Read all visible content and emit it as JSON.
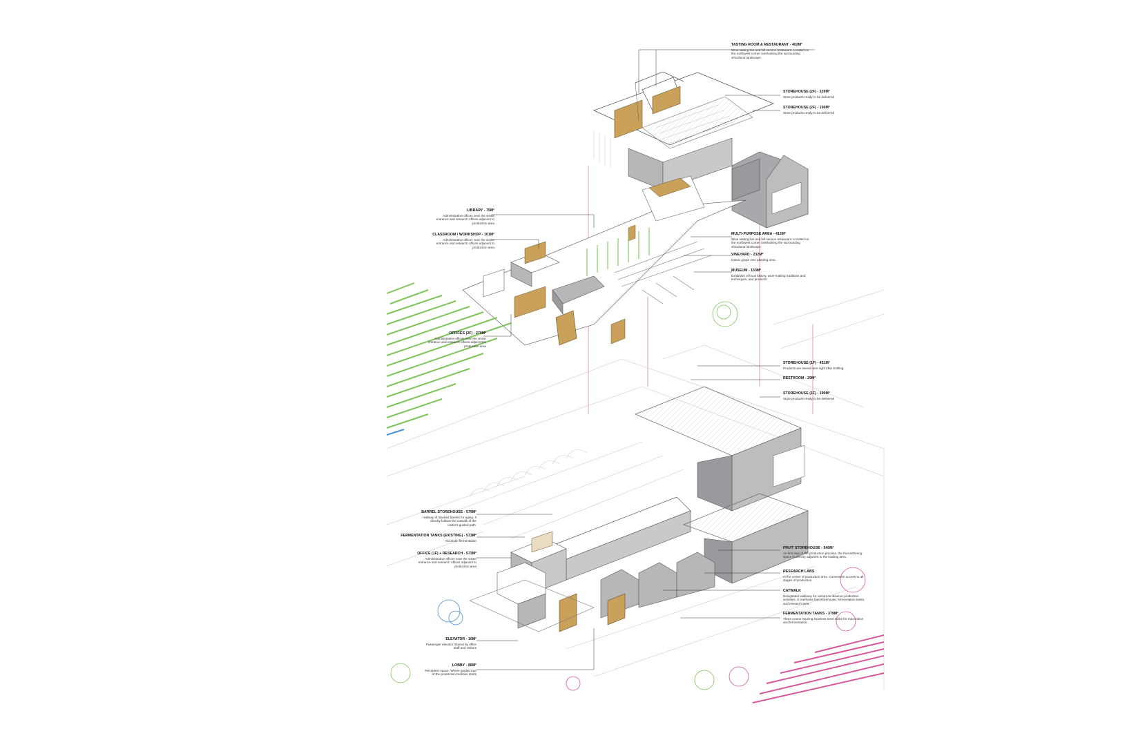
{
  "colors": {
    "wood": "#c9a15b",
    "mass": "#b7b7b9",
    "mass_dark": "#8e8e92",
    "line": "#555555",
    "leader": "#222222",
    "axis": "#e08a8a",
    "green": "#7dc45a",
    "magenta": "#d9559b",
    "blue": "#4a90d9"
  },
  "labels": {
    "tasting": {
      "title": "TASTING ROOM & RESTAURANT - 402m²",
      "desc": "Wine tasting bar and full service restaurant. Located on the northwest corner overlooking the surrounding viticultural landscape."
    },
    "storehouse_2f_a": {
      "title": "STOREHOUSE (2F) - 329m²",
      "desc": "Store products ready to be delivered"
    },
    "storehouse_2f_b": {
      "title": "STOREHOUSE (2F) - 190m²",
      "desc": "Store products ready to be delivered"
    },
    "library": {
      "title": "LIBRARY - 75m²",
      "desc": "Administrative offices near the visitor entrance and research offices adjacent to production area"
    },
    "classroom": {
      "title": "CLASSROOM / WORKSHOP - 101m²",
      "desc": "Administrative offices near the visitor entrance and research offices adjacent to production area"
    },
    "multipurpose": {
      "title": "MULTI-PURPOSE AREA - 412m²",
      "desc": "Wine tasting bar and full service restaurant. Located on the northwest corner overlooking the surrounding viticultural landscape."
    },
    "vineyard": {
      "title": "VINEYARD - 232m²",
      "desc": "Indoor grape vine planting area."
    },
    "museum": {
      "title": "MUSEUM - 153m²",
      "desc": "Exhibition of local history, wine-making traditions and techniques, and products."
    },
    "offices_2f": {
      "title": "OFFICES (2F) - 279m²",
      "desc": "Administrative offices near the visitor entrance and research offices adjacent to production area"
    },
    "storehouse_1f_a": {
      "title": "STOREHOUSE (1F) - 451m²",
      "desc": "Products are stored here right after bottling"
    },
    "restroom": {
      "title": "RESTROOM - 29m²",
      "desc": ""
    },
    "storehouse_1f_b": {
      "title": "STOREHOUSE (1F) - 190m²",
      "desc": "Store products ready to be delivered"
    },
    "barrel": {
      "title": "BARREL STOREHOUSE - 579m²",
      "desc": "Hallway of stacked barrels for aging. It directly follows the catwalk of the visitor's guided path."
    },
    "ferm_existing": {
      "title": "FERMENTATION TANKS (EXISTING) - 573m²",
      "desc": "Alcoholic fermentation"
    },
    "office_research": {
      "title": "OFFICE (1F) + RESEARCH - 573m²",
      "desc": "Administrative offices near the visitor entrance and research offices adjacent to production area"
    },
    "fruit": {
      "title": "FRUIT STOREHOUSE - 540m²",
      "desc": "As first step of the production process, the fruit withering space is directly adjacent to the loading area."
    },
    "labs": {
      "title": "RESEARCH LABS",
      "desc": "In the center of production area. Convenient access to all stages of production"
    },
    "catwalk": {
      "title": "CATWALK",
      "desc": "Designated walkway for visitors to observe production activities. It overlooks fruit storehouse, fermentation tanks, and research area."
    },
    "ferm_tanks": {
      "title": "FERMENTATION TANKS - 379m²",
      "desc": "Three rooms housing stainless steel tanks for maceration and fermentation."
    },
    "elevator": {
      "title": "ELEVATOR - 10m²",
      "desc": "Passenger elevator shared by office staff and visitors"
    },
    "lobby": {
      "title": "LOBBY - 88m²",
      "desc": "Reception space. Where guided tour of the production facilities starts"
    }
  }
}
